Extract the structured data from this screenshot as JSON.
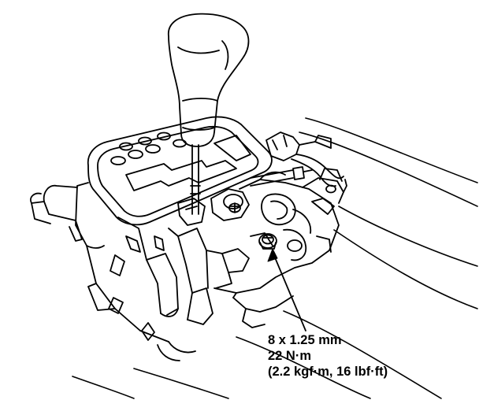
{
  "callout": {
    "bolt_size": "8 x 1.25 mm",
    "torque_nm": "22 N·m",
    "torque_alt": "(2.2 kgf·m, 16 lbf·ft)"
  }
}
